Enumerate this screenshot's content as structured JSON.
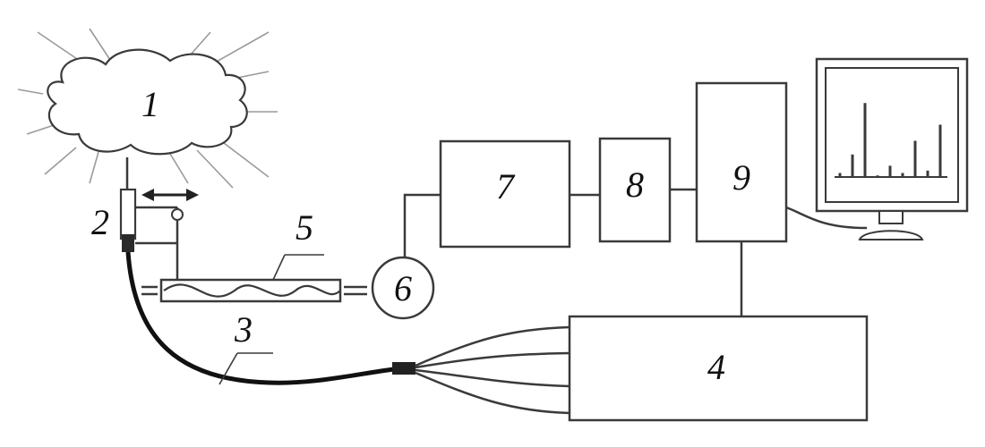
{
  "labels": {
    "plasma_cloud": "1",
    "probe": "2",
    "fiber_bundle": "3",
    "spectrometer": "4",
    "delay_line": "5",
    "photodetector": "6",
    "block_7": "7",
    "block_8": "8",
    "block_9": "9"
  },
  "spectrum": {
    "peaks": [
      0.05,
      0.28,
      0.92,
      0.02,
      0.14,
      0.05,
      0.45,
      0.08,
      0.65
    ]
  },
  "colors": {
    "line": "#3a3a3a",
    "rays": "#9a9a9a",
    "text": "#111111"
  }
}
